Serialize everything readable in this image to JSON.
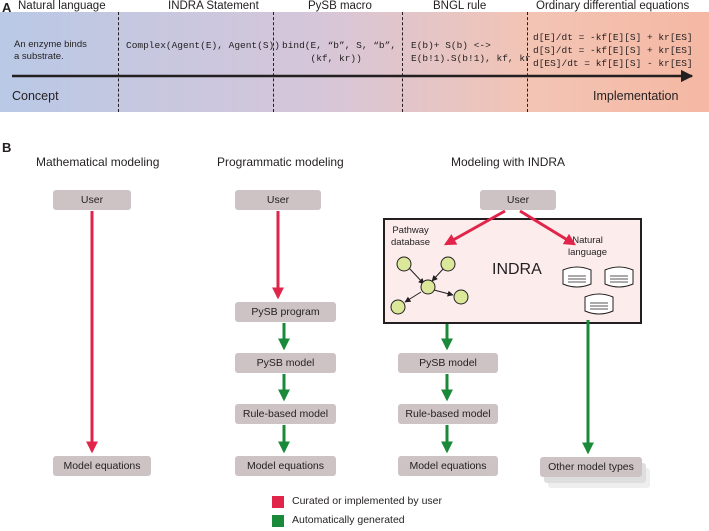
{
  "panel_a": {
    "letter": "A",
    "stages": [
      "Natural language",
      "INDRA Statement",
      "PySB macro",
      "BNGL rule",
      "Ordinary differential equations"
    ],
    "natural_language_text": "An enzyme binds\na substrate.",
    "indra_statement_text": "Complex(Agent(E), Agent(S))",
    "pysb_macro_text": "bind(E, “b”, S, “b”,\n     (kf, kr))",
    "bngl_rule_text": "E(b)+ S(b) <->\nE(b!1).S(b!1), kf, kr",
    "ode_text": "d[E]/dt = -kf[E][S] + kr[ES]\nd[S]/dt = -kf[E][S] + kr[ES]\nd[ES]/dt = kf[E][S] - kr[ES]",
    "concept_label": "Concept",
    "implementation_label": "Implementation"
  },
  "panel_b": {
    "letter": "B",
    "col1": {
      "heading": "Mathematical modeling",
      "user": "User",
      "equations": "Model equations"
    },
    "col2": {
      "heading": "Programmatic modeling",
      "user": "User",
      "program": "PySB program",
      "model": "PySB model",
      "rule_model": "Rule-based model",
      "equations": "Model equations"
    },
    "col3": {
      "heading": "Modeling with INDRA",
      "user": "User",
      "pathway_db": "Pathway\ndatabase",
      "natural_language": "Natural\nlanguage",
      "indra": "INDRA",
      "model": "PySB model",
      "rule_model": "Rule-based model",
      "equations": "Model equations",
      "other_types": "Other model types"
    }
  },
  "legend": [
    {
      "label": "Curated or implemented by user",
      "color": "#e1244a"
    },
    {
      "label": "Automatically generated",
      "color": "#1a8a3a"
    }
  ],
  "colors": {
    "user_arrow": "#e1244a",
    "auto_arrow": "#1a8a3a",
    "box": "#cdc3c5",
    "indra_box": "#fcecec",
    "node": "#dbe89a"
  }
}
